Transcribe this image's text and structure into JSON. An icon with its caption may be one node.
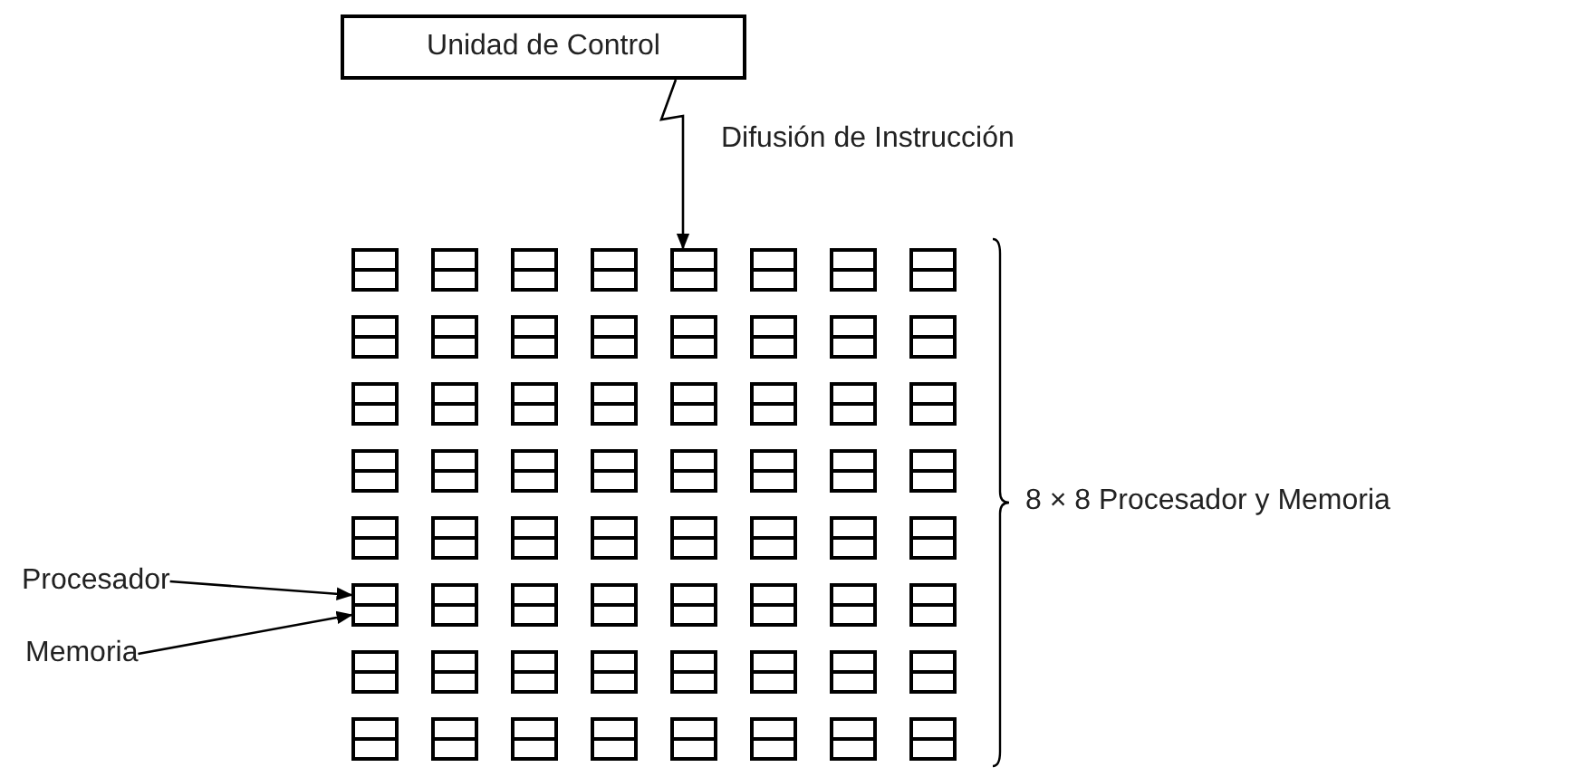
{
  "diagram": {
    "nodes": [
      {
        "text": [
          "Unidad de Control"
        ]
      },
      {
        "text": [],
        "shape": "box"
      },
      {
        "text": [
          "Procesador"
        ]
      },
      {
        "text": [
          "Memoria"
        ]
      },
      {
        "text": [],
        "shape": "box"
      },
      {
        "text": [],
        "shape": "box"
      }
    ],
    "edges": [
      {
        "from": 0,
        "to": 1,
        "arrow": "to",
        "label": "Difusión de Instrucción"
      },
      {
        "from": 2,
        "to": 4,
        "arrow": "to"
      },
      {
        "from": 3,
        "to": 5,
        "arrow": "to"
      }
    ],
    "labels": [
      "8 × 8 Procesador y Memoria"
    ]
  }
}
